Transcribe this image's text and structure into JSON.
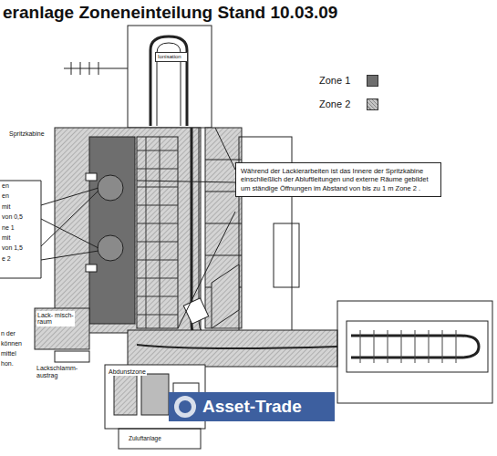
{
  "diagram": {
    "title": "eranlage Zoneneinteilung Stand 10.03.09",
    "nodes": [
      {
        "text": [
          "Während der Lackierarbeiten ist das Innere der Spritzkabine einschließlich der Abluftleitungen und externe Räume gebildet um ständige Öffnungen im Abstand von bis zu 1 m Zone 2 ."
        ]
      },
      {
        "text": [
          "en",
          "en",
          "mit",
          "von 0,5",
          "ne 1",
          "mit",
          "von 1,5",
          "e 2"
        ]
      },
      {
        "text": [
          "Lack- misch- raum"
        ]
      },
      {
        "text": [
          "Ionisation"
        ]
      }
    ],
    "labels": [
      "Spritzkabine",
      "n der",
      "können",
      "mittel",
      "hon.",
      "Lackschlamm- austrag",
      "Abdunstzone",
      "Zuluftanlage",
      "Asset-Trade"
    ],
    "legend": [
      {
        "text": "Zone 1",
        "color": "#6e6e6e"
      },
      {
        "text": "Zone 2",
        "color": "#c4c4c4"
      }
    ]
  }
}
